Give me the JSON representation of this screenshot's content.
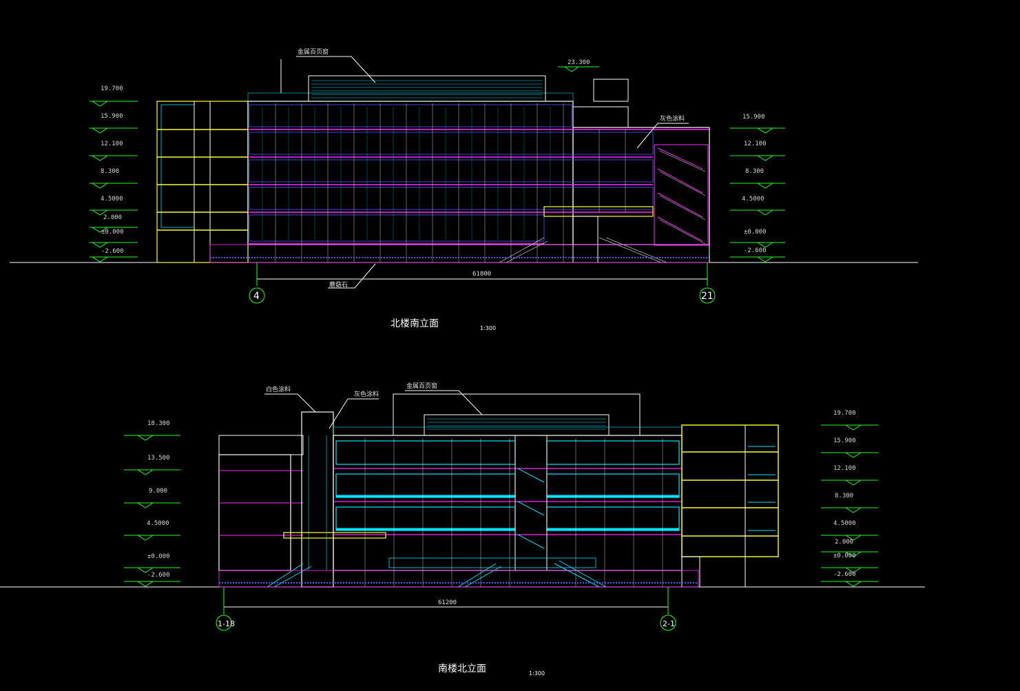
{
  "colors": {
    "background": "#000000",
    "outline": "#ffffff",
    "glazing_blue": "#4a5cff",
    "mullion_cyan": "#00e5ff",
    "slab_magenta": "#ff2aff",
    "frame_yellow": "#ffff33",
    "axis_green": "#22ff22",
    "leader": "#ffffff"
  },
  "north": {
    "title": "北楼南立面",
    "scale": "1:300",
    "left_levels": [
      "19.700",
      "15.900",
      "12.100",
      "8.300",
      "4.5000",
      "2.000",
      "±0.000",
      "-2.600"
    ],
    "right_levels": [
      "15.900",
      "12.100",
      "8.300",
      "4.5000",
      "±0.000",
      "-2.600"
    ],
    "top_level": "23.300",
    "notes": {
      "louver": "金属百页窗",
      "paint": "灰色涂料",
      "stone": "蘑菇石"
    },
    "dimension": "61800",
    "axis_left": "4",
    "axis_right": "21"
  },
  "south": {
    "title": "南楼北立面",
    "scale": "1:300",
    "left_levels": [
      "18.300",
      "13.500",
      "9.000",
      "4.5000",
      "±0.000",
      "-2.600"
    ],
    "right_levels": [
      "19.700",
      "15.900",
      "12.100",
      "8.300",
      "4.5000",
      "2.000",
      "±0.000",
      "-2.600"
    ],
    "notes": {
      "white_paint": "白色涂料",
      "grey_paint": "灰色涂料",
      "louver": "金属百页窗"
    },
    "dimension": "61200",
    "axis_left": "1-18",
    "axis_right": "2-1"
  }
}
